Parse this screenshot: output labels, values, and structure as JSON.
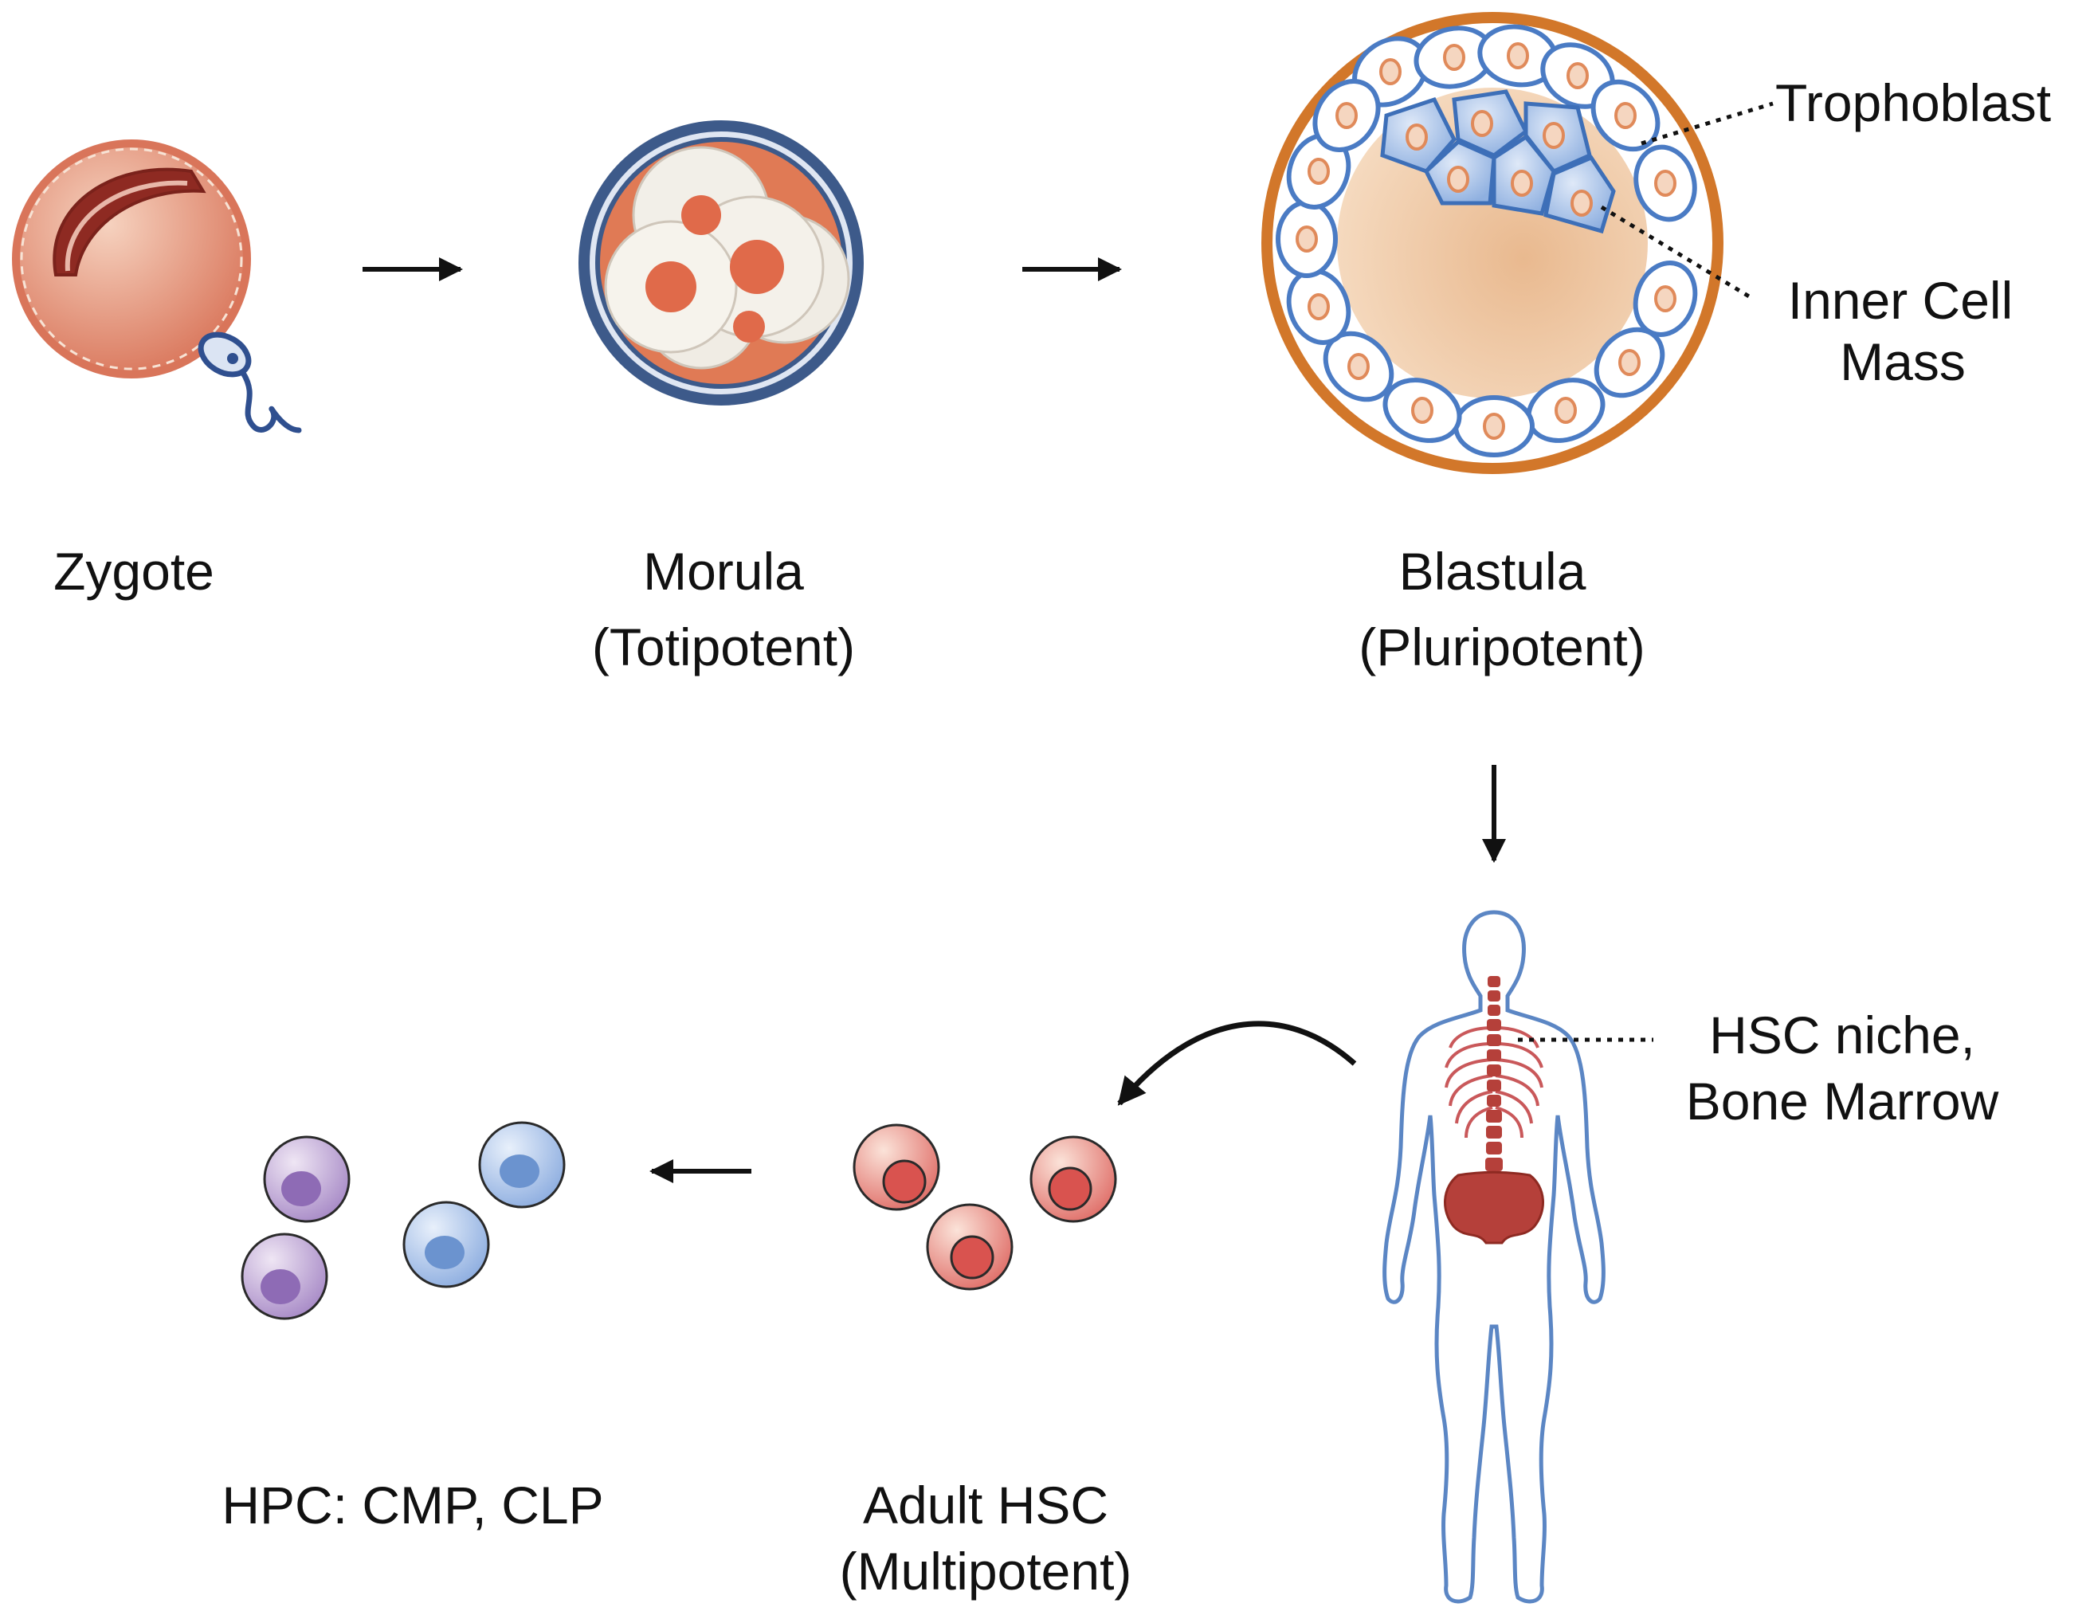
{
  "stages": {
    "zygote": {
      "label": "Zygote"
    },
    "morula": {
      "label": "Morula",
      "potency": "(Totipotent)"
    },
    "blastula": {
      "label": "Blastula",
      "potency": "(Pluripotent)"
    },
    "adult_hsc": {
      "label": "Adult HSC",
      "potency": "(Multipotent)"
    },
    "hpc": {
      "label": "HPC: CMP, CLP"
    }
  },
  "annotations": {
    "trophoblast": "Trophoblast",
    "inner_cell_mass_line1": "Inner Cell",
    "inner_cell_mass_line2": "Mass",
    "niche_line1": "HSC niche,",
    "niche_line2": "Bone Marrow"
  },
  "colors": {
    "arrow": "#111111",
    "zygote_red": "#c0392b",
    "morula_ring": "#3d5a8a",
    "blastula_ring": "#d2772a",
    "icm_blue": "#7fa3d9",
    "bone_red": "#b5403a",
    "body_outline": "#5b86c4",
    "hsc_red": "#d9534f",
    "hpc_purple": "#8e6bb5",
    "hpc_blue": "#6b93cf"
  }
}
